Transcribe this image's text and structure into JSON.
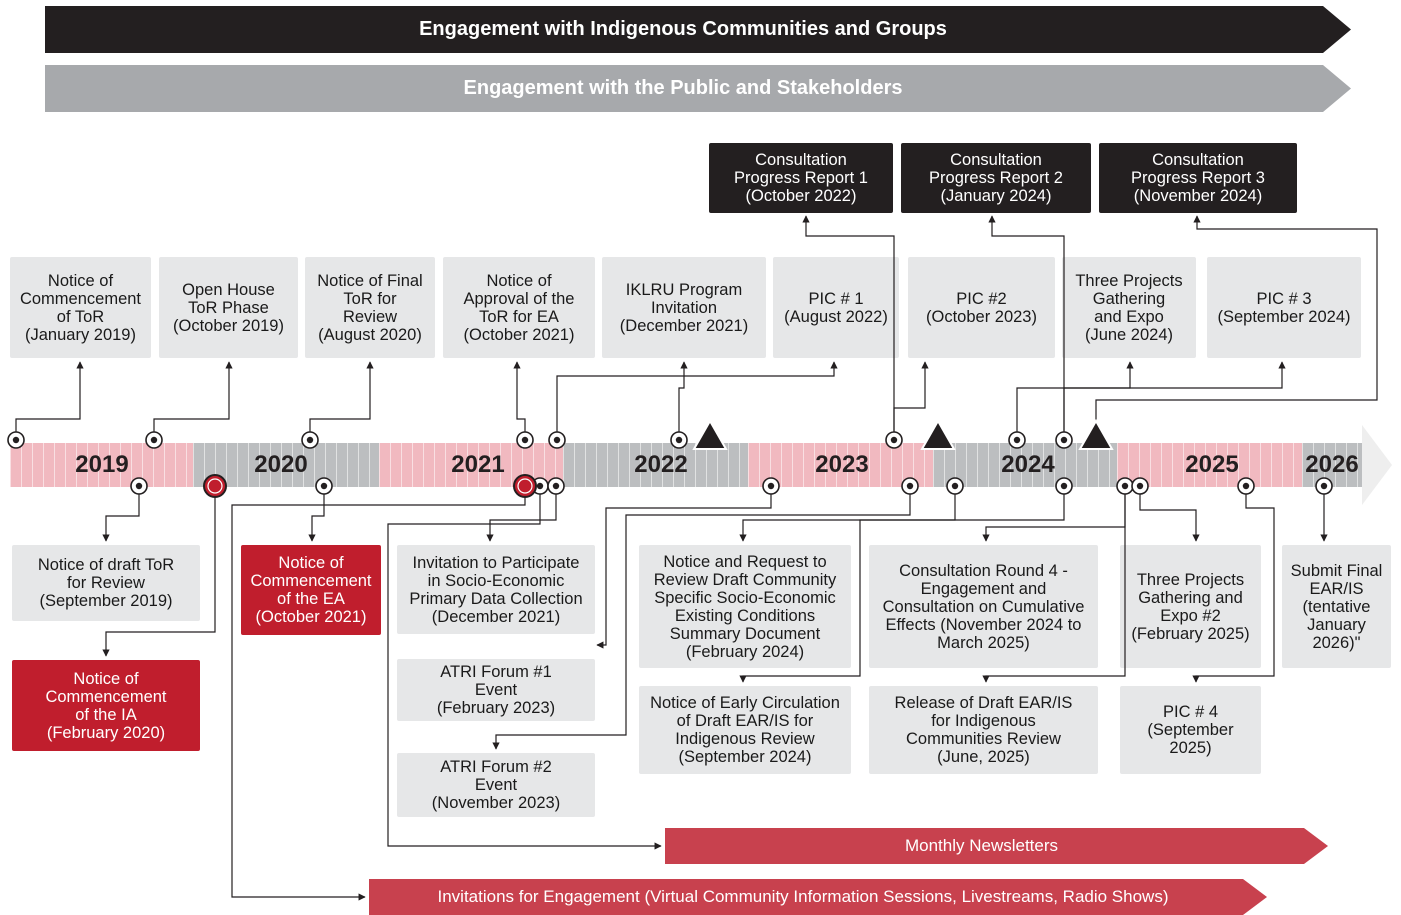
{
  "banners": {
    "indigenous": "Engagement with Indigenous Communities and Groups",
    "public": "Engagement with the Public and Stakeholders",
    "newsletters": "Monthly Newsletters",
    "invitations": "Invitations for Engagement (Virtual Community Information Sessions, Livestreams, Radio Shows)"
  },
  "years": [
    "2019",
    "2020",
    "2021",
    "2022",
    "2023",
    "2024",
    "2025",
    "2026"
  ],
  "progress_reports": [
    "Consultation\nProgress Report 1\n(October 2022)",
    "Consultation\nProgress Report 2\n(January 2024)",
    "Consultation\nProgress Report 3\n(November 2024)"
  ],
  "above": [
    "Notice of\nCommencement\nof ToR\n(January 2019)",
    "Open House\nToR Phase\n(October 2019)",
    "Notice of Final\nToR for\nReview\n(August 2020)",
    "Notice of\nApproval of the\nToR for EA\n(October 2021)",
    "IKLRU Program\nInvitation\n(December 2021)",
    "PIC # 1\n(August 2022)",
    "PIC #2\n(October 2023)",
    "Three Projects\nGathering\nand Expo\n(June 2024)",
    "PIC # 3\n(September 2024)"
  ],
  "below": [
    "Notice of draft ToR\nfor Review\n(September 2019)",
    "Notice of\nCommencement\nof the IA\n(February 2020)",
    "Notice of\nCommencement\nof the EA\n(October 2021)",
    "Invitation to Participate\nin  Socio-Economic\nPrimary Data Collection\n(December 2021)",
    "ATRI Forum #1\nEvent\n(February 2023)",
    "ATRI Forum #2\nEvent\n(November 2023)",
    "Notice and Request to\nReview  Draft Community\nSpecific Socio-Economic\nExisting Conditions\nSummary Document\n(February 2024)",
    "Notice of Early Circulation\nof Draft EAR/IS for\nIndigenous Review\n(September 2024)",
    "Consultation Round 4 -\nEngagement and\nConsultation on Cumulative\nEffects (November 2024 to\nMarch 2025)",
    "Release of Draft EAR/IS\nfor Indigenous\nCommunities Review\n(June, 2025)",
    "Three Projects\nGathering and\nExpo #2\n(February 2025)",
    "PIC # 4\n(September\n2025)",
    "Submit Final\nEAR/IS\n(tentative\nJanuary\n2026)\""
  ],
  "colors": {
    "dark": "#231f20",
    "grey": "#a7a9ac",
    "red": "#c01e2d",
    "banner_red": "#c8414e",
    "pink": "#f1b9c0",
    "box": "#e6e7e8"
  }
}
